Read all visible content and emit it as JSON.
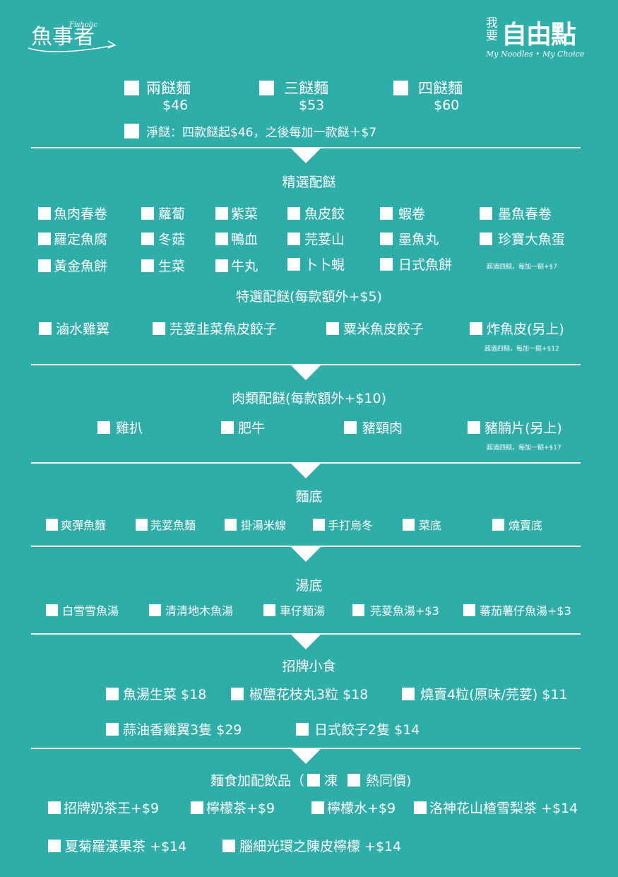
{
  "logo_left": {
    "text": "魚事者",
    "sub": "Fisholic"
  },
  "logo_right": {
    "text1": "我",
    "text2": "要",
    "big": "自由點",
    "tagline": "My Noodles • My Choice"
  },
  "combos": [
    {
      "label": "兩餸麵",
      "price": "$46"
    },
    {
      "label": "三餸麵",
      "price": "$53"
    },
    {
      "label": "四餸麵",
      "price": "$60"
    }
  ],
  "plain": "淨餸：四款餸起$46，之後每加一款餸＋$7",
  "sec1": {
    "title": "精選配餸",
    "items": [
      "魚肉春卷",
      "蘿蔔",
      "紫菜",
      "魚皮餃",
      "蝦卷",
      "墨魚春卷",
      "羅定魚腐",
      "冬菇",
      "鴨血",
      "芫荽山",
      "墨魚丸",
      "珍寶大魚蛋",
      "黃金魚餅",
      "生菜",
      "牛丸",
      "卜卜蜆",
      "日式魚餅"
    ],
    "note": "超過四餸，每加一餸+$7"
  },
  "sec2": {
    "title": "特選配餸(每款額外+$5)",
    "items": [
      "滷水雞翼",
      "芫荽韭菜魚皮餃子",
      "粟米魚皮餃子",
      "炸魚皮(另上)"
    ],
    "note": "超過四餸，每加一餸+$12"
  },
  "sec3": {
    "title": "肉類配餸(每款額外+$10)",
    "items": [
      "雞扒",
      "肥牛",
      "豬頸肉",
      "豬腩片(另上)"
    ],
    "note": "超過四餸，每加一餸+$17"
  },
  "sec4": {
    "title": "麵底",
    "items": [
      "爽彈魚麵",
      "芫荽魚麵",
      "掛湯米線",
      "手打烏冬",
      "菜底",
      "燒賣底"
    ]
  },
  "sec5": {
    "title": "湯底",
    "items": [
      "白雪雪魚湯",
      "清清地木魚湯",
      "車仔麵湯",
      "芫荽魚湯+$3",
      "蕃茄薯仔魚湯+$3"
    ]
  },
  "sec6": {
    "title": "招牌小食",
    "items": [
      "魚湯生菜 $18",
      "椒鹽花枝丸3粒 $18",
      "燒賣4粒(原味/芫荽) $11",
      "蒜油香雞翼3隻 $29",
      "日式餃子2隻 $14"
    ]
  },
  "sec7": {
    "title_a": "麵食加配飲品（",
    "title_b": "凍",
    "title_c": "熱同價)",
    "items": [
      "招牌奶茶王+$9",
      "檸檬茶+$9",
      "檸檬水+$9",
      "洛神花山楂雪梨茶 +$14",
      "夏菊羅漢果茶 +$14",
      "腦細光環之陳皮檸檬 +$14"
    ]
  }
}
